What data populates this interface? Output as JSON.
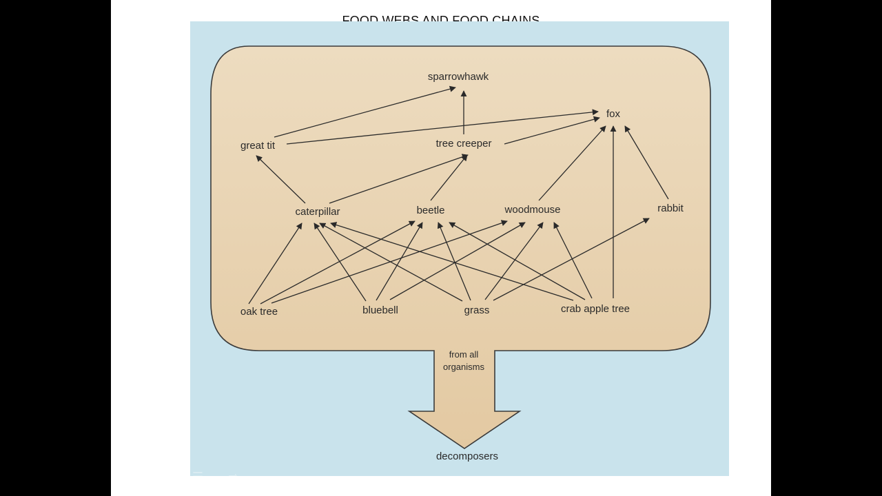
{
  "slide": {
    "title": "FOOD WEBS AND FOOD CHAINS"
  },
  "diagram": {
    "nodes": {
      "sparrowhawk": "sparrowhawk",
      "fox": "fox",
      "great_tit": "great tit",
      "tree_creeper": "tree creeper",
      "caterpillar": "caterpillar",
      "beetle": "beetle",
      "woodmouse": "woodmouse",
      "rabbit": "rabbit",
      "oak_tree": "oak tree",
      "bluebell": "bluebell",
      "grass": "grass",
      "crab_apple_tree": "crab apple tree",
      "decomposers": "decomposers"
    },
    "note_lines": [
      "from all",
      "organisms"
    ],
    "edges": [
      [
        "great_tit",
        "sparrowhawk"
      ],
      [
        "tree_creeper",
        "sparrowhawk"
      ],
      [
        "great_tit",
        "fox"
      ],
      [
        "tree_creeper",
        "fox"
      ],
      [
        "woodmouse",
        "fox"
      ],
      [
        "crab_apple_tree",
        "fox"
      ],
      [
        "rabbit",
        "fox"
      ],
      [
        "caterpillar",
        "great_tit"
      ],
      [
        "caterpillar",
        "tree_creeper"
      ],
      [
        "beetle",
        "tree_creeper"
      ],
      [
        "oak_tree",
        "caterpillar"
      ],
      [
        "oak_tree",
        "beetle"
      ],
      [
        "oak_tree",
        "woodmouse"
      ],
      [
        "bluebell",
        "caterpillar"
      ],
      [
        "bluebell",
        "beetle"
      ],
      [
        "bluebell",
        "woodmouse"
      ],
      [
        "grass",
        "caterpillar"
      ],
      [
        "grass",
        "beetle"
      ],
      [
        "grass",
        "woodmouse"
      ],
      [
        "grass",
        "rabbit"
      ],
      [
        "crab_apple_tree",
        "caterpillar"
      ],
      [
        "crab_apple_tree",
        "beetle"
      ],
      [
        "crab_apple_tree",
        "woodmouse"
      ]
    ],
    "colors": {
      "panel": "#e9d5b3",
      "background": "#c9e3ec",
      "ink": "#2a2a2a"
    }
  },
  "nav": {
    "icons": [
      "arrow-left-icon",
      "pen-icon",
      "menu-icon",
      "arrow-right-icon"
    ]
  }
}
